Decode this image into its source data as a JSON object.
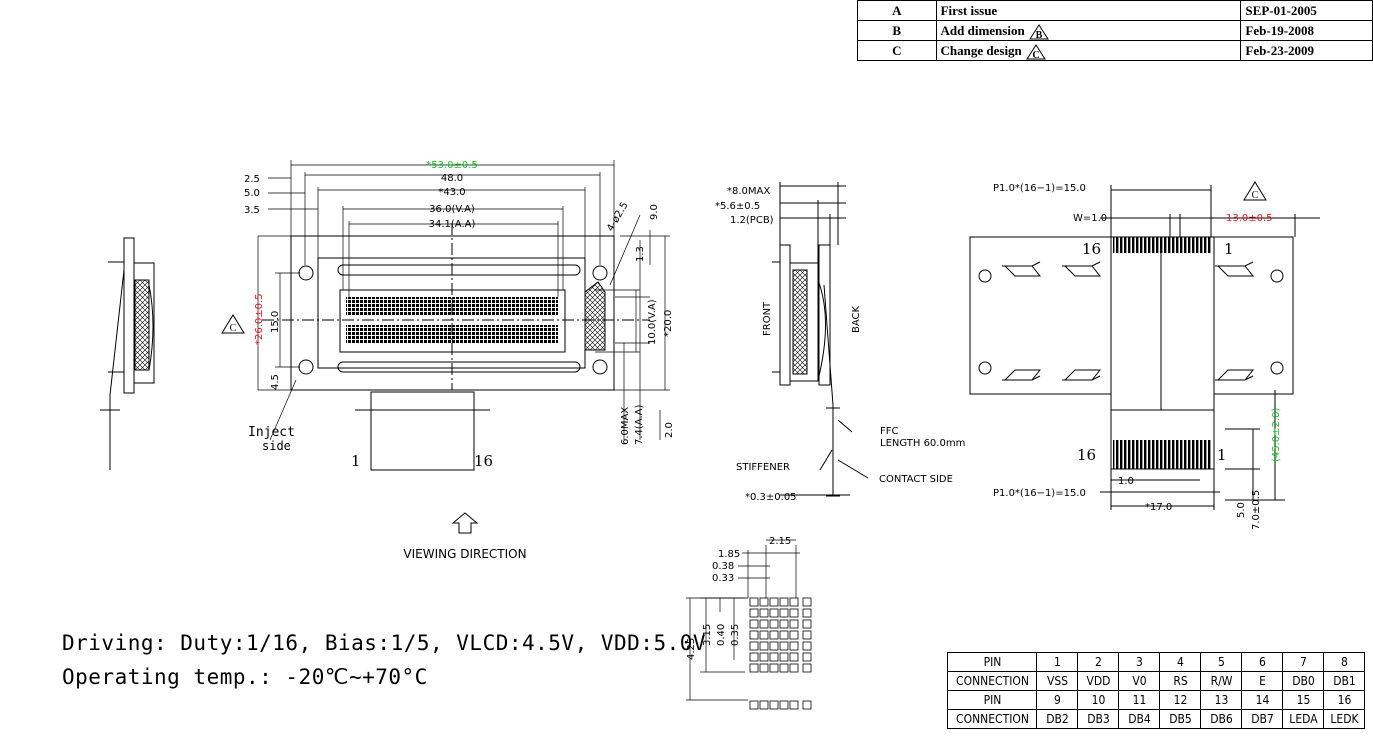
{
  "revisions": [
    {
      "rev": "A",
      "description": "First issue",
      "mark": "",
      "date": "SEP-01-2005"
    },
    {
      "rev": "B",
      "description": "Add dimension",
      "mark": "B",
      "date": "Feb-19-2008"
    },
    {
      "rev": "C",
      "description": "Change design",
      "mark": "C",
      "date": "Feb-23-2009"
    }
  ],
  "front_view": {
    "dims_top": [
      "*53.0±0.5",
      "48.0",
      "*43.0",
      "36.0(V.A)",
      "34.1(A.A)"
    ],
    "dims_left_small": [
      "2.5",
      "5.0",
      "3.5"
    ],
    "hole": "4-ø2.5",
    "hole_dim": "9.0",
    "dims_height": [
      "*26.0±0.5",
      "15.0",
      "4.5"
    ],
    "dims_right": [
      "1.3",
      "10.0(V.A)",
      "*20.0",
      "6.0MAX",
      "7.4(A.A)",
      "2.0"
    ],
    "inject_label": "Inject",
    "inject_label_2": "side",
    "pin_first": "1",
    "pin_last": "16",
    "rev_mark": "C",
    "viewing_direction": "VIEWING DIRECTION"
  },
  "side_view": {
    "dims": [
      "*8.0MAX",
      "*5.6±0.5",
      "1.2(PCB)"
    ],
    "front": "FRONT",
    "back": "BACK",
    "ffc": "FFC",
    "ffc_length": "LENGTH 60.0mm",
    "stiffener": "STIFFENER",
    "contact_side": "CONTACT SIDE",
    "thickness": "*0.3±0.05"
  },
  "back_view": {
    "pitch_top": "P1.0*(16−1)=15.0",
    "pitch_bottom": "P1.0*(16−1)=15.0",
    "width": "W=1.0",
    "offset": "13.0±0.5",
    "length": "(45.0±2.0)",
    "pin_left": "16",
    "pin_right": "1",
    "pin_left_bottom": "16",
    "pin_right_bottom": "1",
    "bottom_pitch": "1.0",
    "width_total": "*17.0",
    "dims_right": [
      "5.0",
      "7.0±0.5"
    ],
    "rev_mark": "C"
  },
  "dot_detail": {
    "dims": [
      "2.15",
      "1.85",
      "0.38",
      "0.33",
      "4.25",
      "3.15",
      "0.40",
      "0.35"
    ]
  },
  "notes": {
    "driving": "Driving: Duty:1/16, Bias:1/5, VLCD:4.5V, VDD:5.0V",
    "temp": "Operating temp.: -20℃~+70°C"
  },
  "pin_table": {
    "pin_header": "PIN",
    "conn_header": "CONNECTION",
    "row1_pins": [
      "1",
      "2",
      "3",
      "4",
      "5",
      "6",
      "7",
      "8"
    ],
    "row1_conn": [
      "VSS",
      "VDD",
      "V0",
      "RS",
      "R/W",
      "E",
      "DB0",
      "DB1"
    ],
    "row2_pins": [
      "9",
      "10",
      "11",
      "12",
      "13",
      "14",
      "15",
      "16"
    ],
    "row2_conn": [
      "DB2",
      "DB3",
      "DB4",
      "DB5",
      "DB6",
      "DB7",
      "LEDA",
      "LEDK"
    ]
  },
  "colors": {
    "red": "#e0141e",
    "green": "#12c224"
  }
}
